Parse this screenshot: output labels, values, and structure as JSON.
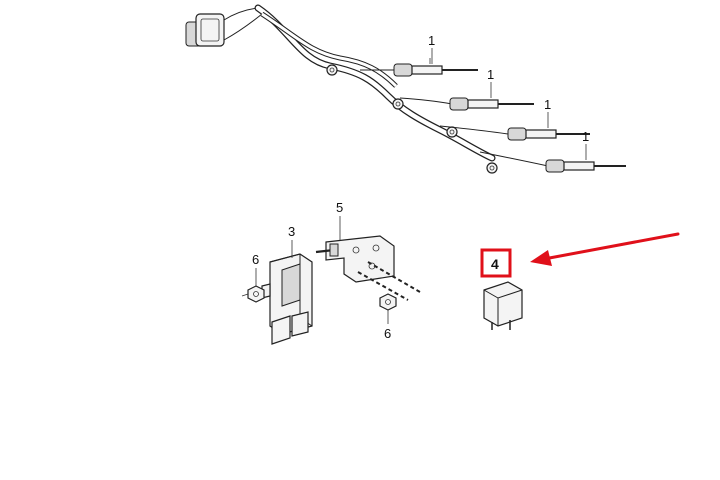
{
  "diagram": {
    "callouts": {
      "plug_1": "1",
      "plug_2": "1",
      "plug_3": "1",
      "plug_4": "1",
      "relay_body": "3",
      "relay_highlighted": "4",
      "bracket": "5",
      "nut_left": "6",
      "nut_right": "6"
    },
    "colors": {
      "line": "#222222",
      "highlight": "#e0101a",
      "arrow": "#e0101a",
      "background": "#ffffff"
    }
  }
}
